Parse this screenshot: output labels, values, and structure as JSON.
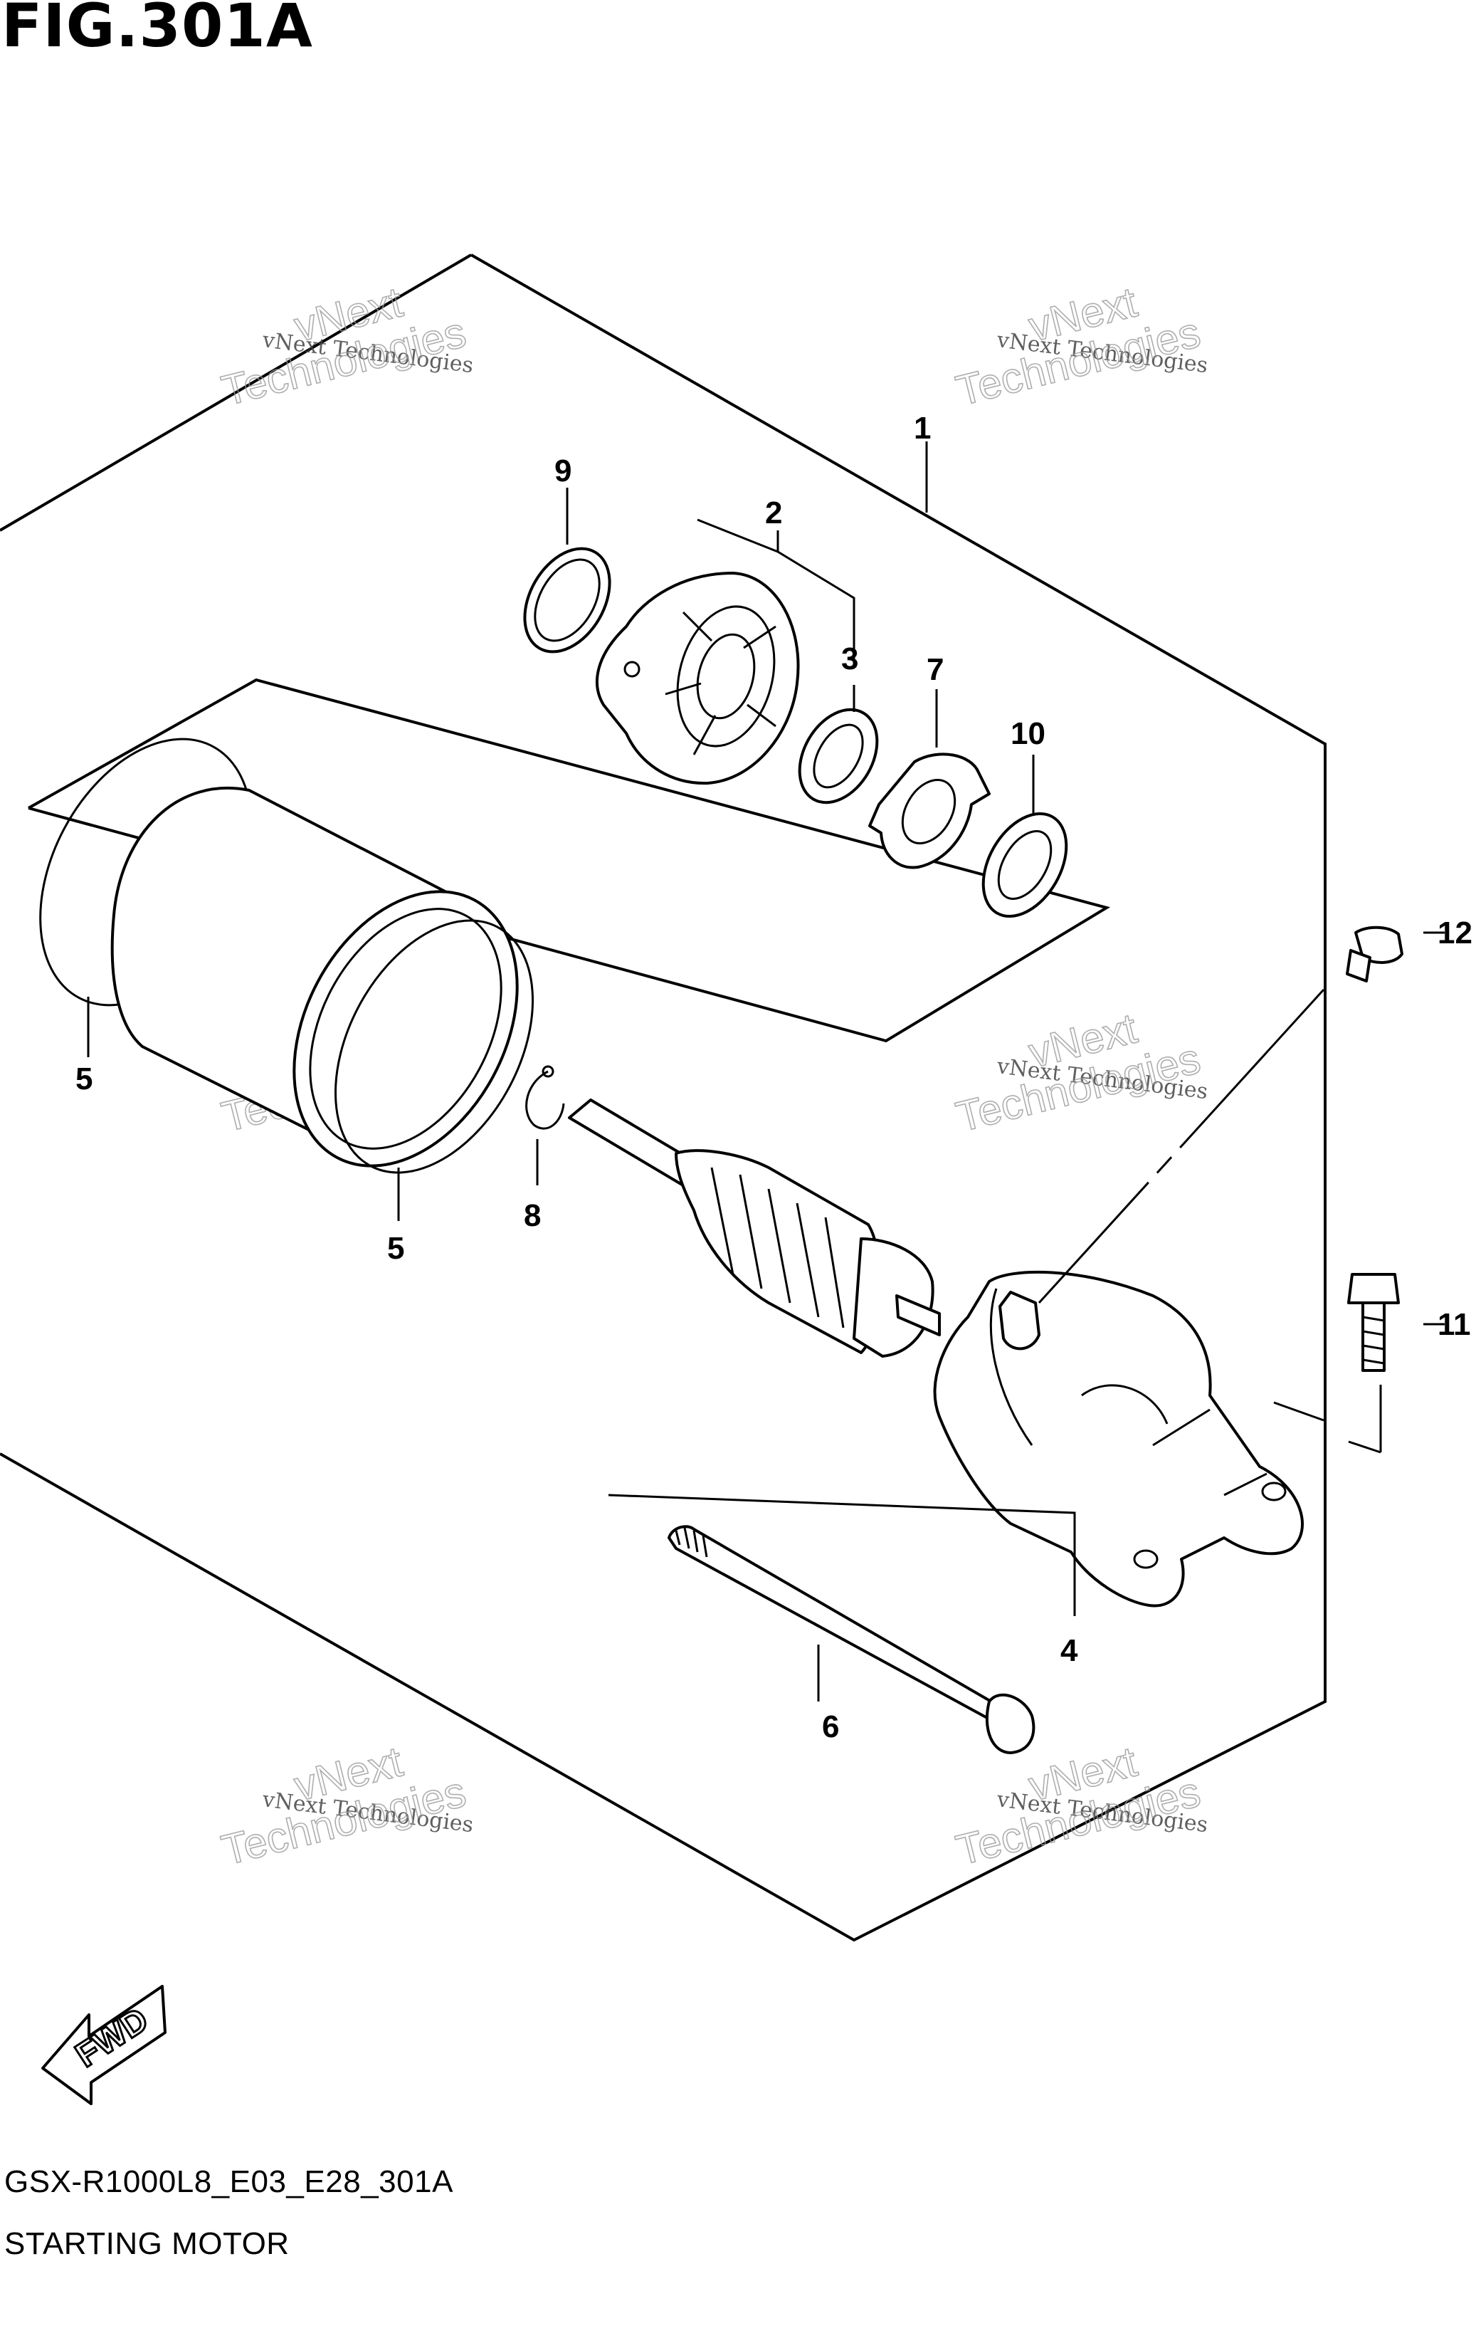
{
  "title": "FIG.301A",
  "footer": {
    "model_code": "GSX-R1000L8_E03_E28_301A",
    "section_name": "STARTING MOTOR"
  },
  "fwd_label": "FWD",
  "watermark": {
    "line1": "vNext Technologies",
    "line2a": "vNext",
    "line2b": "Technologies"
  },
  "callouts": {
    "c1": "1",
    "c2": "2",
    "c3": "3",
    "c4": "4",
    "c5a": "5",
    "c5b": "5",
    "c6": "6",
    "c7": "7",
    "c8": "8",
    "c9": "9",
    "c10": "10",
    "c11": "11",
    "c12": "12"
  },
  "icons": {
    "fwd_arrow": "fwd-arrow-icon"
  }
}
